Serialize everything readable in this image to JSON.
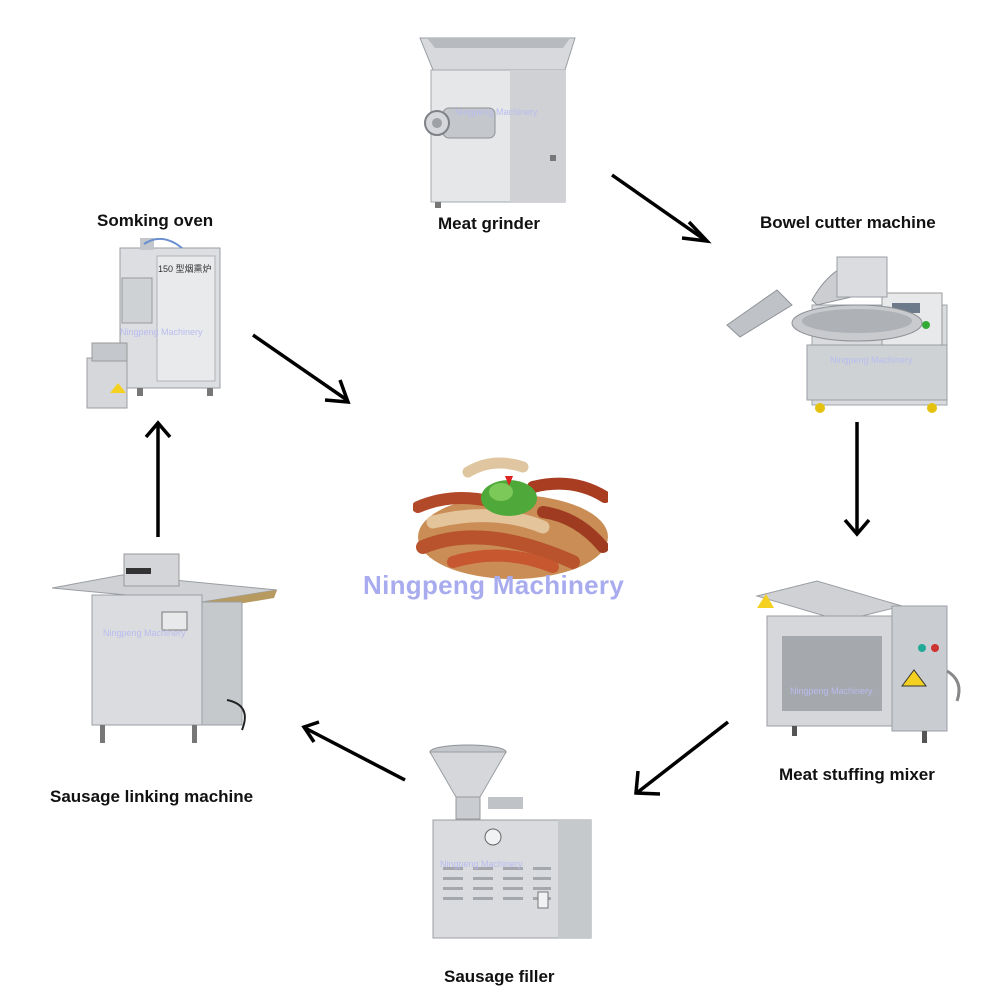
{
  "nodes": {
    "meat_grinder": "Meat grinder",
    "bowel_cutter": "Bowel cutter machine",
    "stuffing_mixer": "Meat stuffing mixer",
    "sausage_filler": "Sausage filler",
    "linking_machine": "Sausage linking machine",
    "smoking_oven": "Somking oven"
  },
  "watermark": "Ningpeng Machinery",
  "oven_plate": "150 型烟熏炉",
  "colors": {
    "steel_light": "#e9eaec",
    "steel_mid": "#c9ccd0",
    "steel_dark": "#8e9297",
    "arrow": "#000000",
    "watermark": "#a8acee",
    "sausage": "#b24a2a",
    "warning": "#f4d020"
  }
}
